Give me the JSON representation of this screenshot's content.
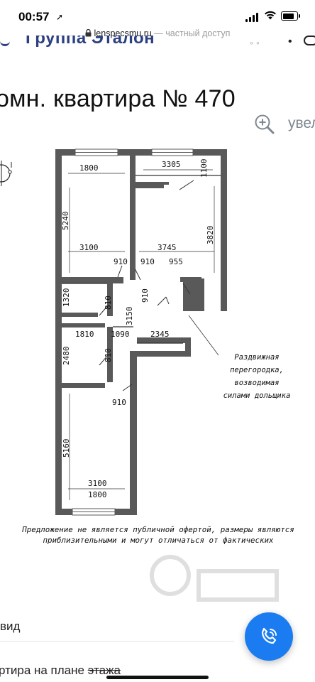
{
  "status_bar": {
    "time": "00:57",
    "location_icon": "location-arrow-icon",
    "signal_icon": "cellular-signal-icon",
    "wifi_icon": "wifi-icon",
    "battery_icon": "battery-icon"
  },
  "url_bar": {
    "domain": "lenspecsmu.ru",
    "separator": " — ",
    "suffix": "частный доступ",
    "icon": "lock-icon"
  },
  "header": {
    "logo_text": "Группа Эталон"
  },
  "page": {
    "title": "омн. квартира № 470",
    "zoom_label": "увел"
  },
  "plan": {
    "dimensions": [
      "1800",
      "3305",
      "1100",
      "5240",
      "3820",
      "3100",
      "3745",
      "910",
      "910",
      "955",
      "910",
      "1320",
      "810",
      "3150",
      "1810",
      "1090",
      "2345",
      "2480",
      "810",
      "910",
      "5160",
      "3100",
      "1800"
    ],
    "note_lines": [
      "Раздвижная",
      "перегородка,",
      "возводимая",
      "силами дольщика"
    ]
  },
  "disclaimer": {
    "line1": "Предложение не является публичной офертой, размеры являются",
    "line2": "приблизительными и могут отличаться от фактических"
  },
  "sections": {
    "view_label": "вид",
    "floor_plan_prefix": "ртира на плане ",
    "floor_plan_struck": "этажа"
  },
  "call_button": {
    "icon": "phone-call-icon"
  },
  "colors": {
    "accent": "#1a7cf0",
    "logo": "#2b3f82",
    "wall": "#595959"
  }
}
